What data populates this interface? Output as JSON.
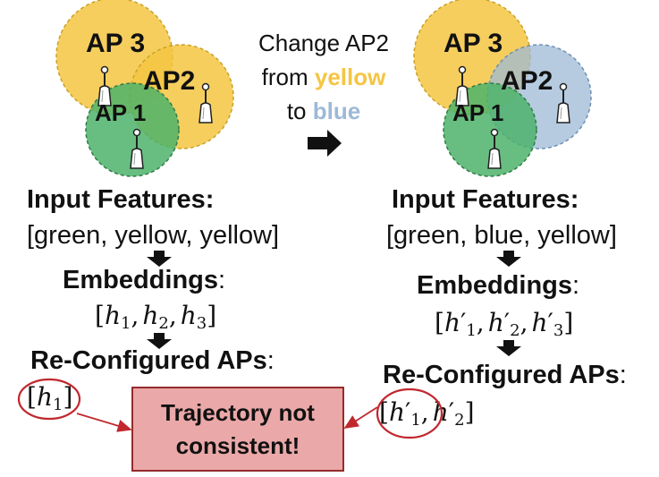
{
  "colors": {
    "yellow": "#F5C542",
    "green": "#4DB36B",
    "blue": "#9DB9D6",
    "arrow": "#111111",
    "connector": "#C0282E",
    "alert_fill": "#EBA8A8",
    "alert_border": "#8B1A1A"
  },
  "left_diagram": {
    "ap3_label": "AP 3",
    "ap2_label": "AP2",
    "ap1_label": "AP 1"
  },
  "right_diagram": {
    "ap3_label": "AP 3",
    "ap2_label": "AP2",
    "ap1_label": "AP 1"
  },
  "change": {
    "line1": "Change AP2",
    "line2_prefix": "from ",
    "line2_color": "yellow",
    "line3_prefix": "to ",
    "line3_color": "blue"
  },
  "left": {
    "input_heading": "Input Features:",
    "features": "[green, yellow, yellow]",
    "embeddings_heading": "Embeddings",
    "embeddings_colon": ":",
    "embeddings": {
      "open": "[",
      "h": "h",
      "s1": "1",
      "s2": "2",
      "s3": "3",
      "comma": ",",
      "close": "]"
    },
    "reconfigured_heading": "Re-Configured APs",
    "reconfigured_colon": ":",
    "reconfigured": {
      "open": "[",
      "h": "h",
      "s1": "1",
      "close": "]"
    }
  },
  "right": {
    "input_heading": "Input Features:",
    "features": "[green, blue, yellow]",
    "embeddings_heading": "Embeddings",
    "embeddings_colon": ":",
    "embeddings": {
      "open": "[",
      "h": "h",
      "prime": "′",
      "s1": "1",
      "s2": "2",
      "s3": "3",
      "comma": ",",
      "close": "]"
    },
    "reconfigured_heading": "Re-Configured APs",
    "reconfigured_colon": ":",
    "reconfigured": {
      "open": "[",
      "h": "h",
      "prime": "′",
      "s1": "1",
      "s2": "2",
      "comma": ",",
      "close": "]"
    }
  },
  "alert": {
    "line1": "Trajectory not",
    "line2": "consistent!"
  }
}
